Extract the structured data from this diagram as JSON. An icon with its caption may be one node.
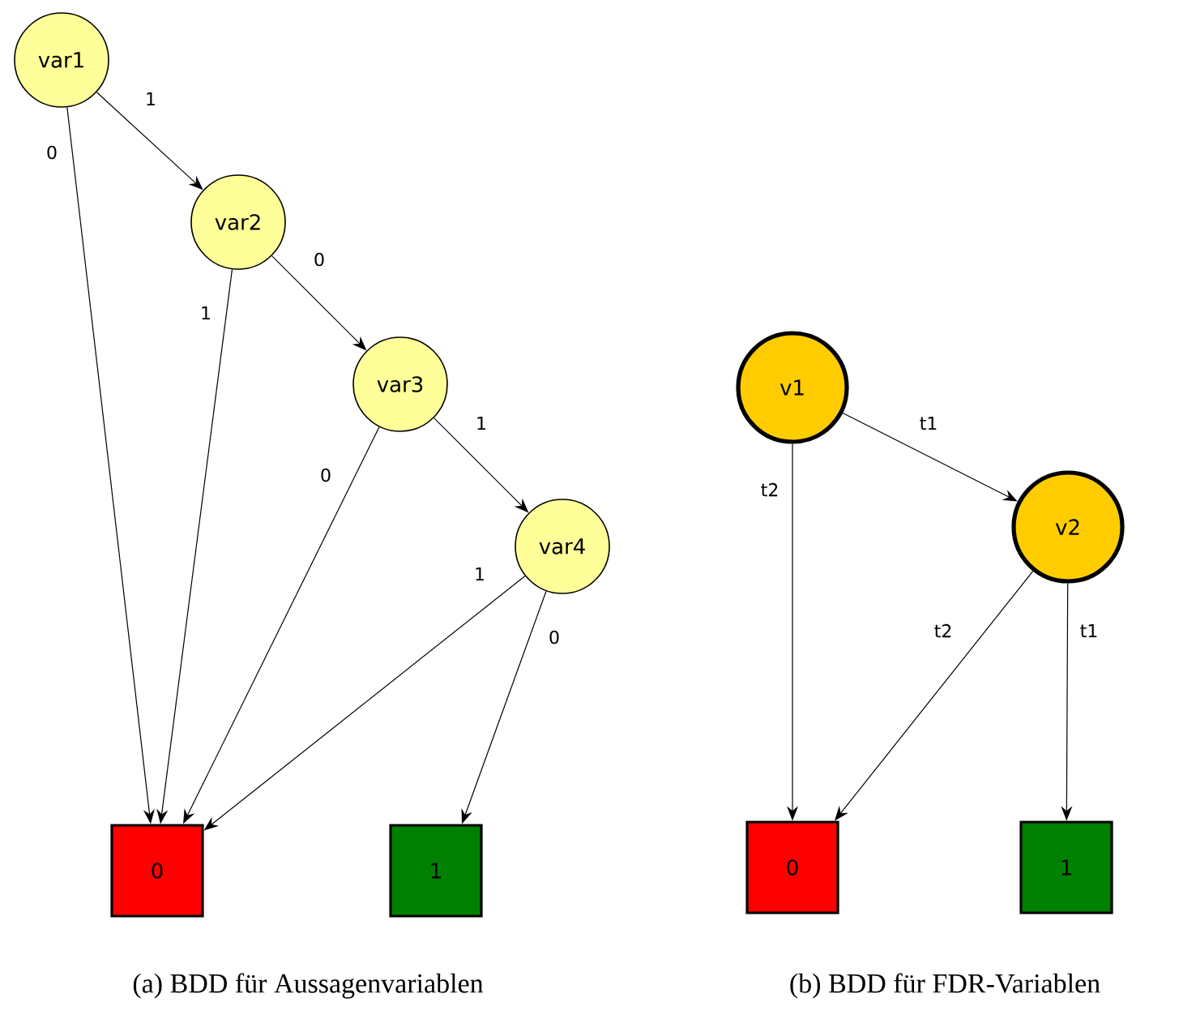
{
  "diagram": {
    "nodes": [
      {
        "text": [
          "var1"
        ]
      },
      {
        "text": [
          "var2"
        ]
      },
      {
        "text": [
          "var3"
        ]
      },
      {
        "text": [
          "var4"
        ]
      },
      {
        "text": [
          "0"
        ]
      },
      {
        "text": [
          "1"
        ]
      },
      {
        "text": [
          "v1"
        ]
      },
      {
        "text": [
          "v2"
        ]
      },
      {
        "text": [
          "0"
        ]
      },
      {
        "text": [
          "1"
        ]
      }
    ],
    "edges": [
      {
        "from": 0,
        "to": 4,
        "label": "0",
        "arrow": "to"
      },
      {
        "from": 0,
        "to": 1,
        "label": "1",
        "arrow": "to"
      },
      {
        "from": 1,
        "to": 4,
        "label": "1",
        "arrow": "to"
      },
      {
        "from": 1,
        "to": 2,
        "label": "0",
        "arrow": "to"
      },
      {
        "from": 2,
        "to": 4,
        "label": "0",
        "arrow": "to"
      },
      {
        "from": 2,
        "to": 3,
        "label": "1",
        "arrow": "to"
      },
      {
        "from": 3,
        "to": 4,
        "label": "1",
        "arrow": "to"
      },
      {
        "from": 3,
        "to": 5,
        "label": "0",
        "arrow": "to"
      },
      {
        "from": 6,
        "to": 7,
        "label": "t1",
        "arrow": "to"
      },
      {
        "from": 6,
        "to": 8,
        "label": "t2",
        "arrow": "to"
      },
      {
        "from": 7,
        "to": 8,
        "label": "t2",
        "arrow": "to"
      },
      {
        "from": 7,
        "to": 9,
        "label": "t1",
        "arrow": "to"
      }
    ],
    "labels": [
      "(a) BDD für Aussagenvariablen",
      "(b) BDD für FDR-Variablen"
    ]
  }
}
